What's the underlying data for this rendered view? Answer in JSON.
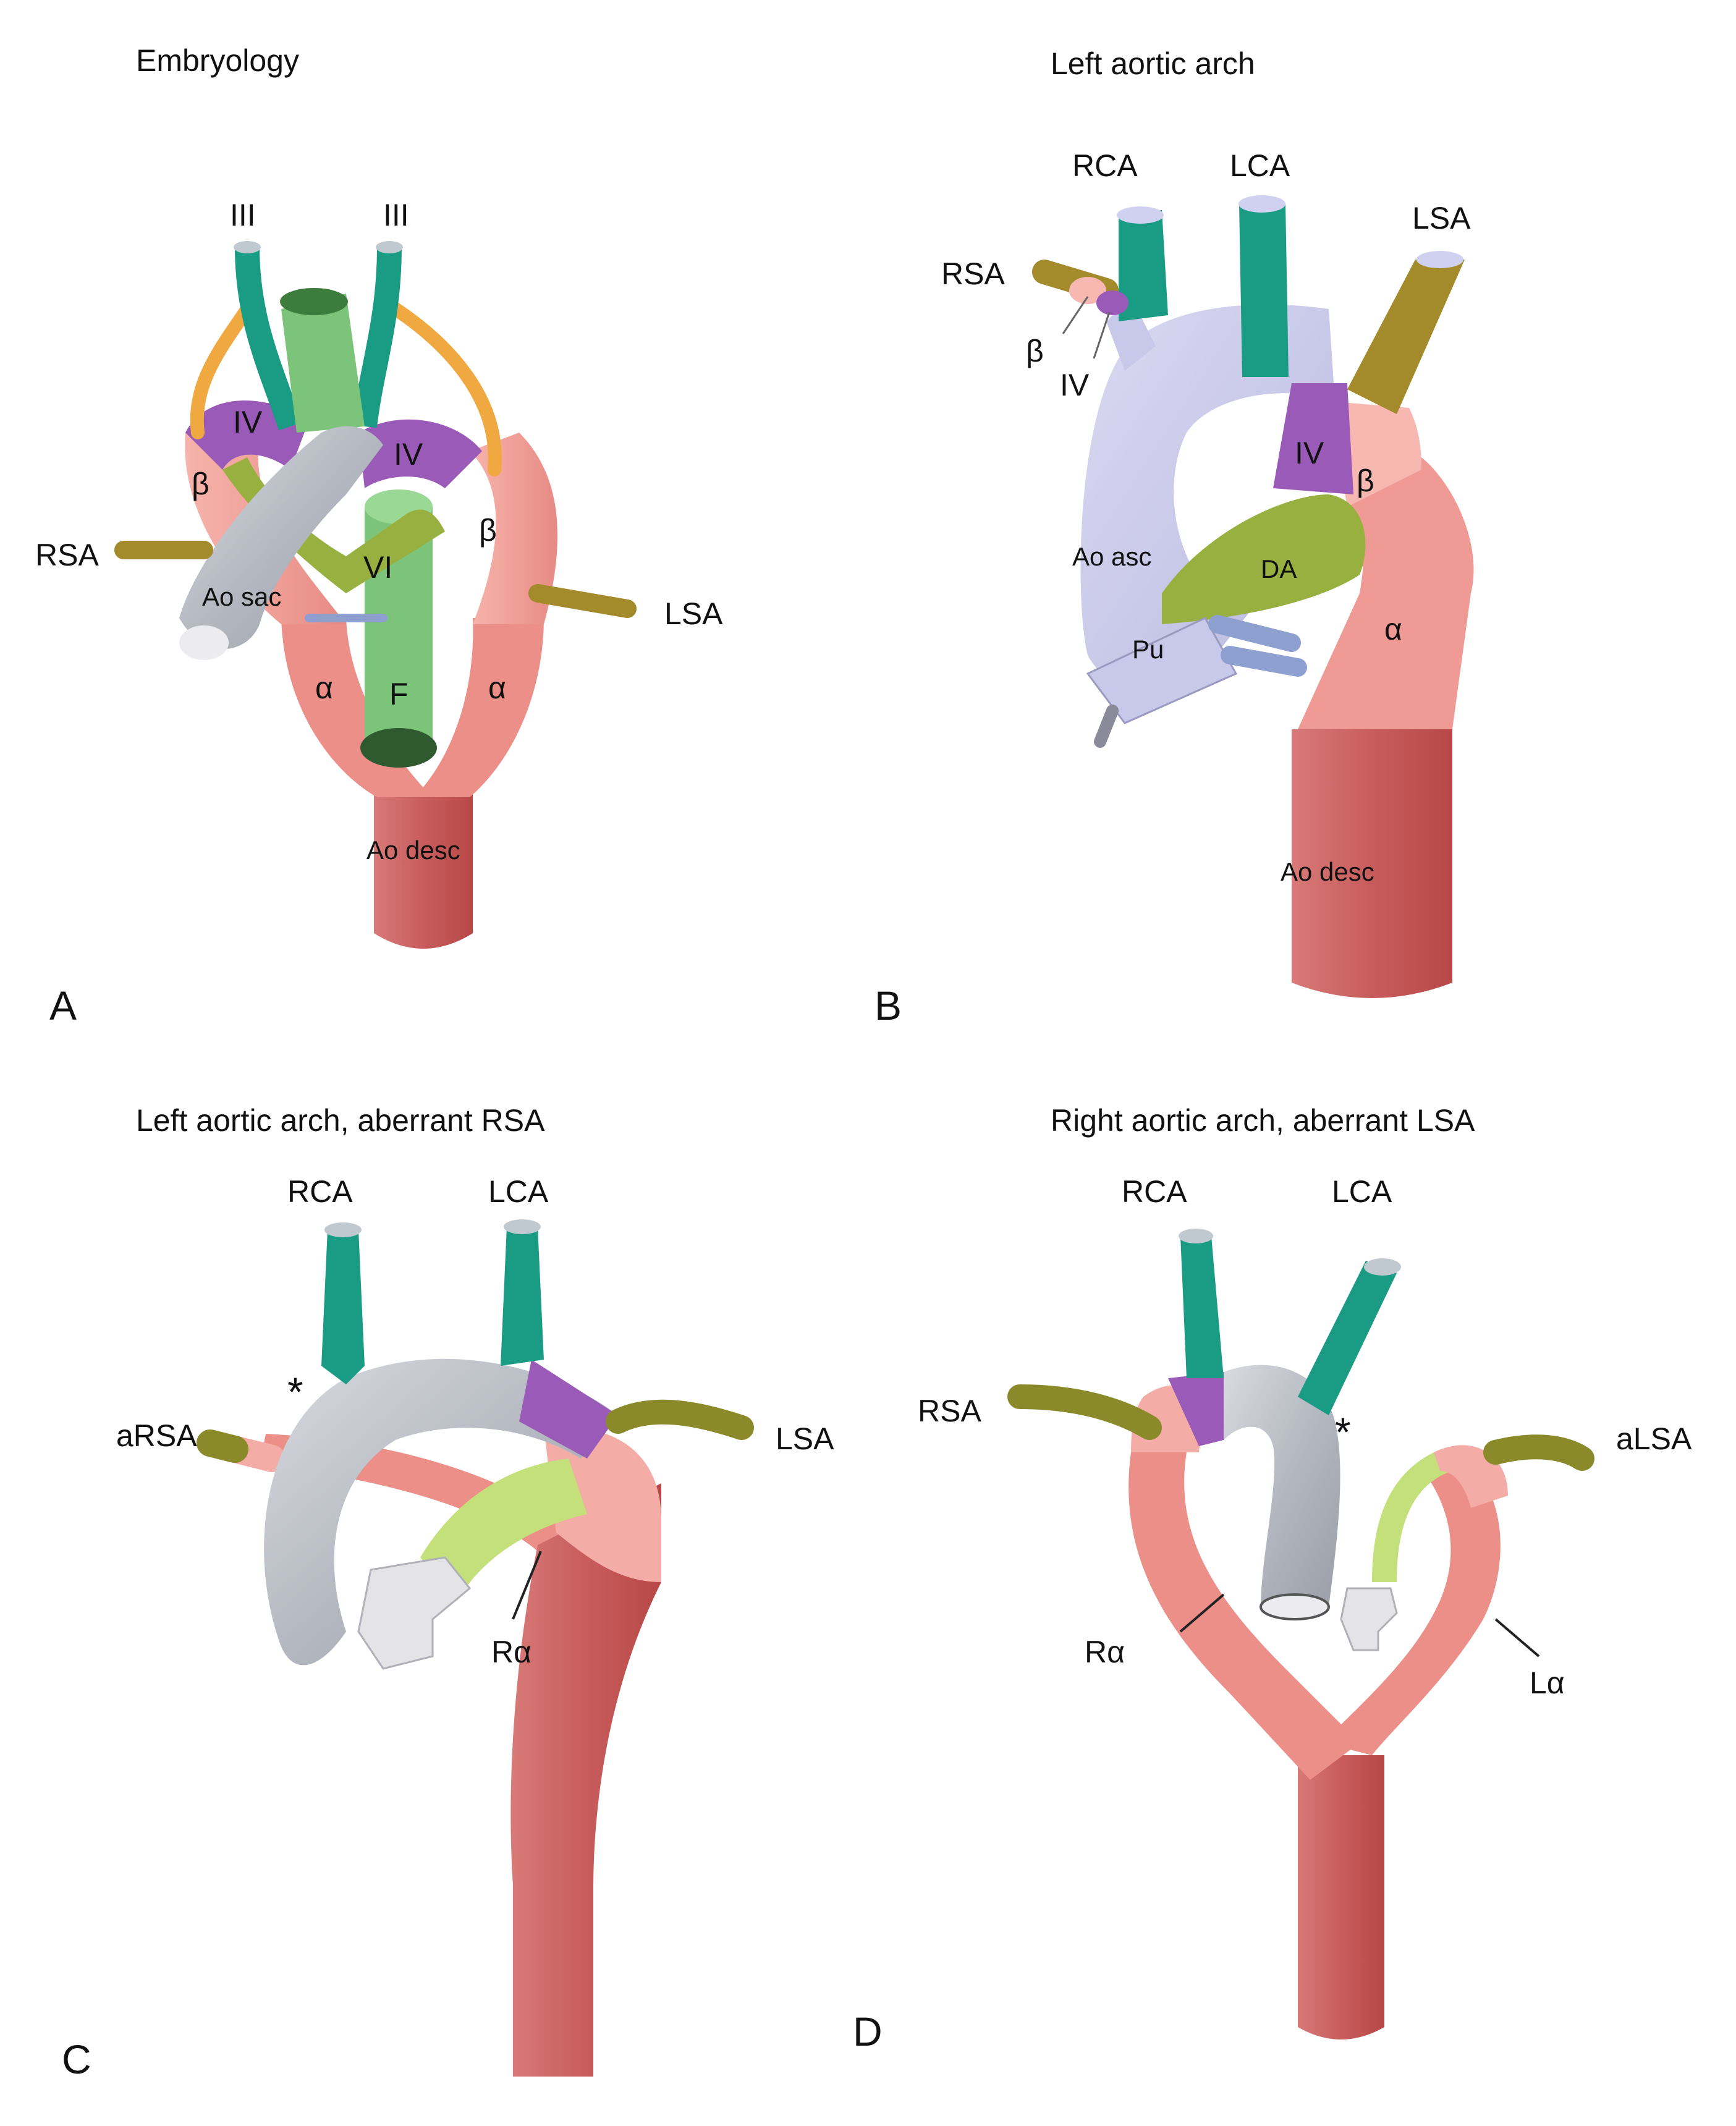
{
  "panels": {
    "A": {
      "letter": "A",
      "title": "Embryology",
      "labels": {
        "iii_left": "III",
        "iii_right": "III",
        "iv_left": "IV",
        "iv_right": "IV",
        "beta_left": "β",
        "beta_right": "β",
        "rsa": "RSA",
        "lsa": "LSA",
        "vi": "VI",
        "ao_sac": "Ao sac",
        "alpha_left": "α",
        "alpha_right": "α",
        "f": "F",
        "ao_desc": "Ao desc"
      }
    },
    "B": {
      "letter": "B",
      "title": "Left aortic arch",
      "labels": {
        "rca": "RCA",
        "lca": "LCA",
        "lsa": "LSA",
        "rsa": "RSA",
        "beta_small": "β",
        "iv_small": "IV",
        "iv": "IV",
        "beta": "β",
        "ao_asc": "Ao asc",
        "da": "DA",
        "pu": "Pu",
        "alpha": "α",
        "ao_desc": "Ao desc"
      }
    },
    "C": {
      "letter": "C",
      "title": "Left aortic arch, aberrant RSA",
      "labels": {
        "rca": "RCA",
        "lca": "LCA",
        "star": "*",
        "arsa": "aRSA",
        "lsa": "LSA",
        "ralpha": "Rα"
      }
    },
    "D": {
      "letter": "D",
      "title": "Right aortic arch, aberrant LSA",
      "labels": {
        "rca": "RCA",
        "lca": "LCA",
        "star": "*",
        "rsa": "RSA",
        "alsa": "aLSA",
        "ralpha": "Rα",
        "lalpha": "Lα"
      }
    }
  },
  "colors": {
    "teal": "#1a9b84",
    "olive": "#a38a2a",
    "orange": "#f0a840",
    "green": "#7cc47a",
    "yellow_green": "#98b040",
    "purple": "#9a5ab8",
    "pink": "#f4aca6",
    "salmon": "#e8857f",
    "dark_red": "#c65a5a",
    "gray": "#b8bcc4",
    "lavender": "#c8c8ea",
    "blue_gray": "#8ea0d0",
    "lime": "#c4e07a",
    "khaki": "#8a8a2a"
  }
}
